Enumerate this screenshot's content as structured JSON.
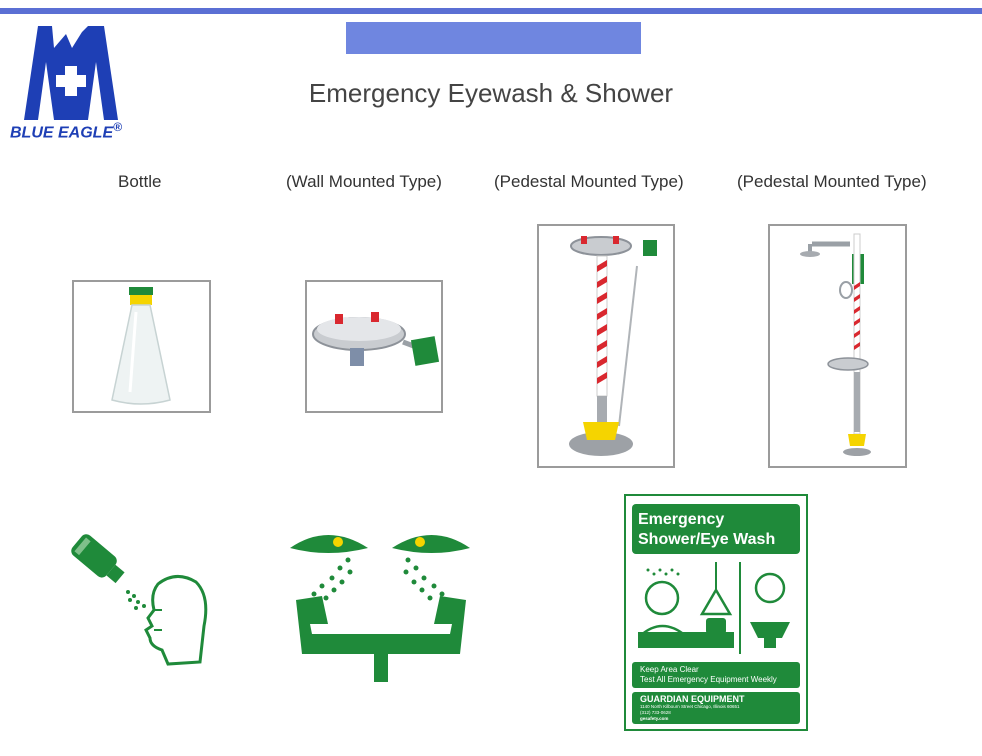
{
  "brand": {
    "name": "BLUE EAGLE",
    "registered": "®",
    "color": "#1e3fb5"
  },
  "title": "Emergency Eyewash & Shower",
  "accent_colors": {
    "bar": "#5b6fd4",
    "tab": "#6f86e0",
    "sign_green": "#1f8a3a"
  },
  "products": [
    {
      "caption": "Bottle",
      "image": "eyewash-bottle"
    },
    {
      "caption": "(Wall Mounted Type)",
      "image": "wall-mounted-eyewash"
    },
    {
      "caption": "(Pedestal Mounted Type)",
      "image": "pedestal-eyewash"
    },
    {
      "caption": "(Pedestal Mounted Type)",
      "image": "combination-shower-eyewash"
    }
  ],
  "pictograms": [
    "bottle-eye-rinse-pictogram",
    "eyewash-fountain-pictogram"
  ],
  "sign": {
    "heading_line1": "Emergency",
    "heading_line2": "Shower/Eye Wash",
    "notice_line1": "Keep Area Clear",
    "notice_line2": "Test All Emergency Equipment Weekly",
    "company": "GUARDIAN EQUIPMENT",
    "address": "1140 North Kilbourn Street  Chicago, Illinois 60651",
    "phone": "(312) 733-0628",
    "web": "gesafety.com"
  }
}
